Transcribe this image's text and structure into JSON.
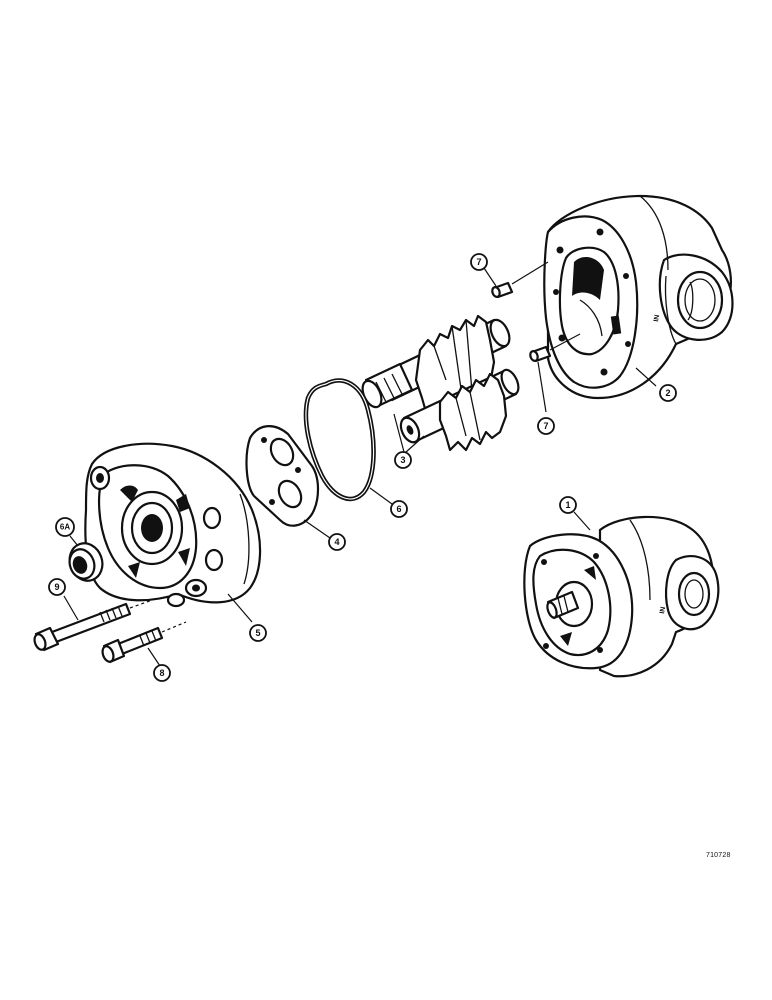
{
  "drawing_number": "710728",
  "port_marking": "IN",
  "callouts": {
    "c1": "1",
    "c2": "2",
    "c3": "3",
    "c4": "4",
    "c5": "5",
    "c6": "6",
    "c6a": "6A",
    "c7a": "7",
    "c7b": "7",
    "c8": "8",
    "c9": "9"
  }
}
